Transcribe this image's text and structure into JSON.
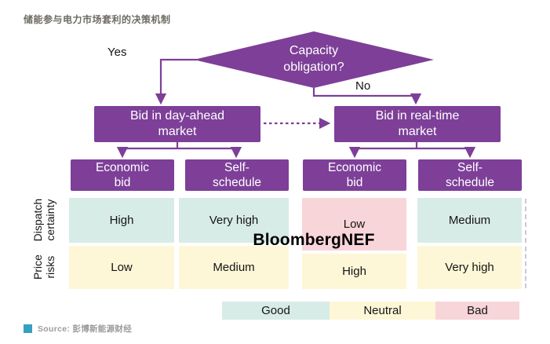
{
  "title": "储能参与电力市场套利的决策机制",
  "colors": {
    "purple": "#7d3f98",
    "good": "#d8ece7",
    "neutral": "#fdf7d8",
    "bad": "#f8d5d8",
    "source-icon": "#35a0c4"
  },
  "flow": {
    "decision": "Capacity\nobligation?",
    "yes": "Yes",
    "no": "No",
    "day_ahead": "Bid in day-ahead\nmarket",
    "real_time": "Bid in real-time\nmarket",
    "bids": [
      "Economic\nbid",
      "Self-\nschedule",
      "Economic\nbid",
      "Self-\nschedule"
    ]
  },
  "table": {
    "rows": [
      {
        "label": "Dispatch\ncertainty",
        "cells": [
          {
            "text": "High",
            "tone": "good"
          },
          {
            "text": "Very high",
            "tone": "good"
          },
          {
            "text": "Low",
            "tone": "bad"
          },
          {
            "text": "Medium",
            "tone": "good"
          }
        ]
      },
      {
        "label": "Price\nrisks",
        "cells": [
          {
            "text": "Low",
            "tone": "neutral"
          },
          {
            "text": "Medium",
            "tone": "neutral"
          },
          {
            "text": "High",
            "tone": "neutral"
          },
          {
            "text": "Very high",
            "tone": "neutral"
          }
        ]
      }
    ]
  },
  "watermark": "BloombergNEF",
  "legend": [
    {
      "label": "Good",
      "tone": "good"
    },
    {
      "label": "Neutral",
      "tone": "neutral"
    },
    {
      "label": "Bad",
      "tone": "bad"
    }
  ],
  "source": {
    "text": "Source: 彭博新能源财经"
  }
}
